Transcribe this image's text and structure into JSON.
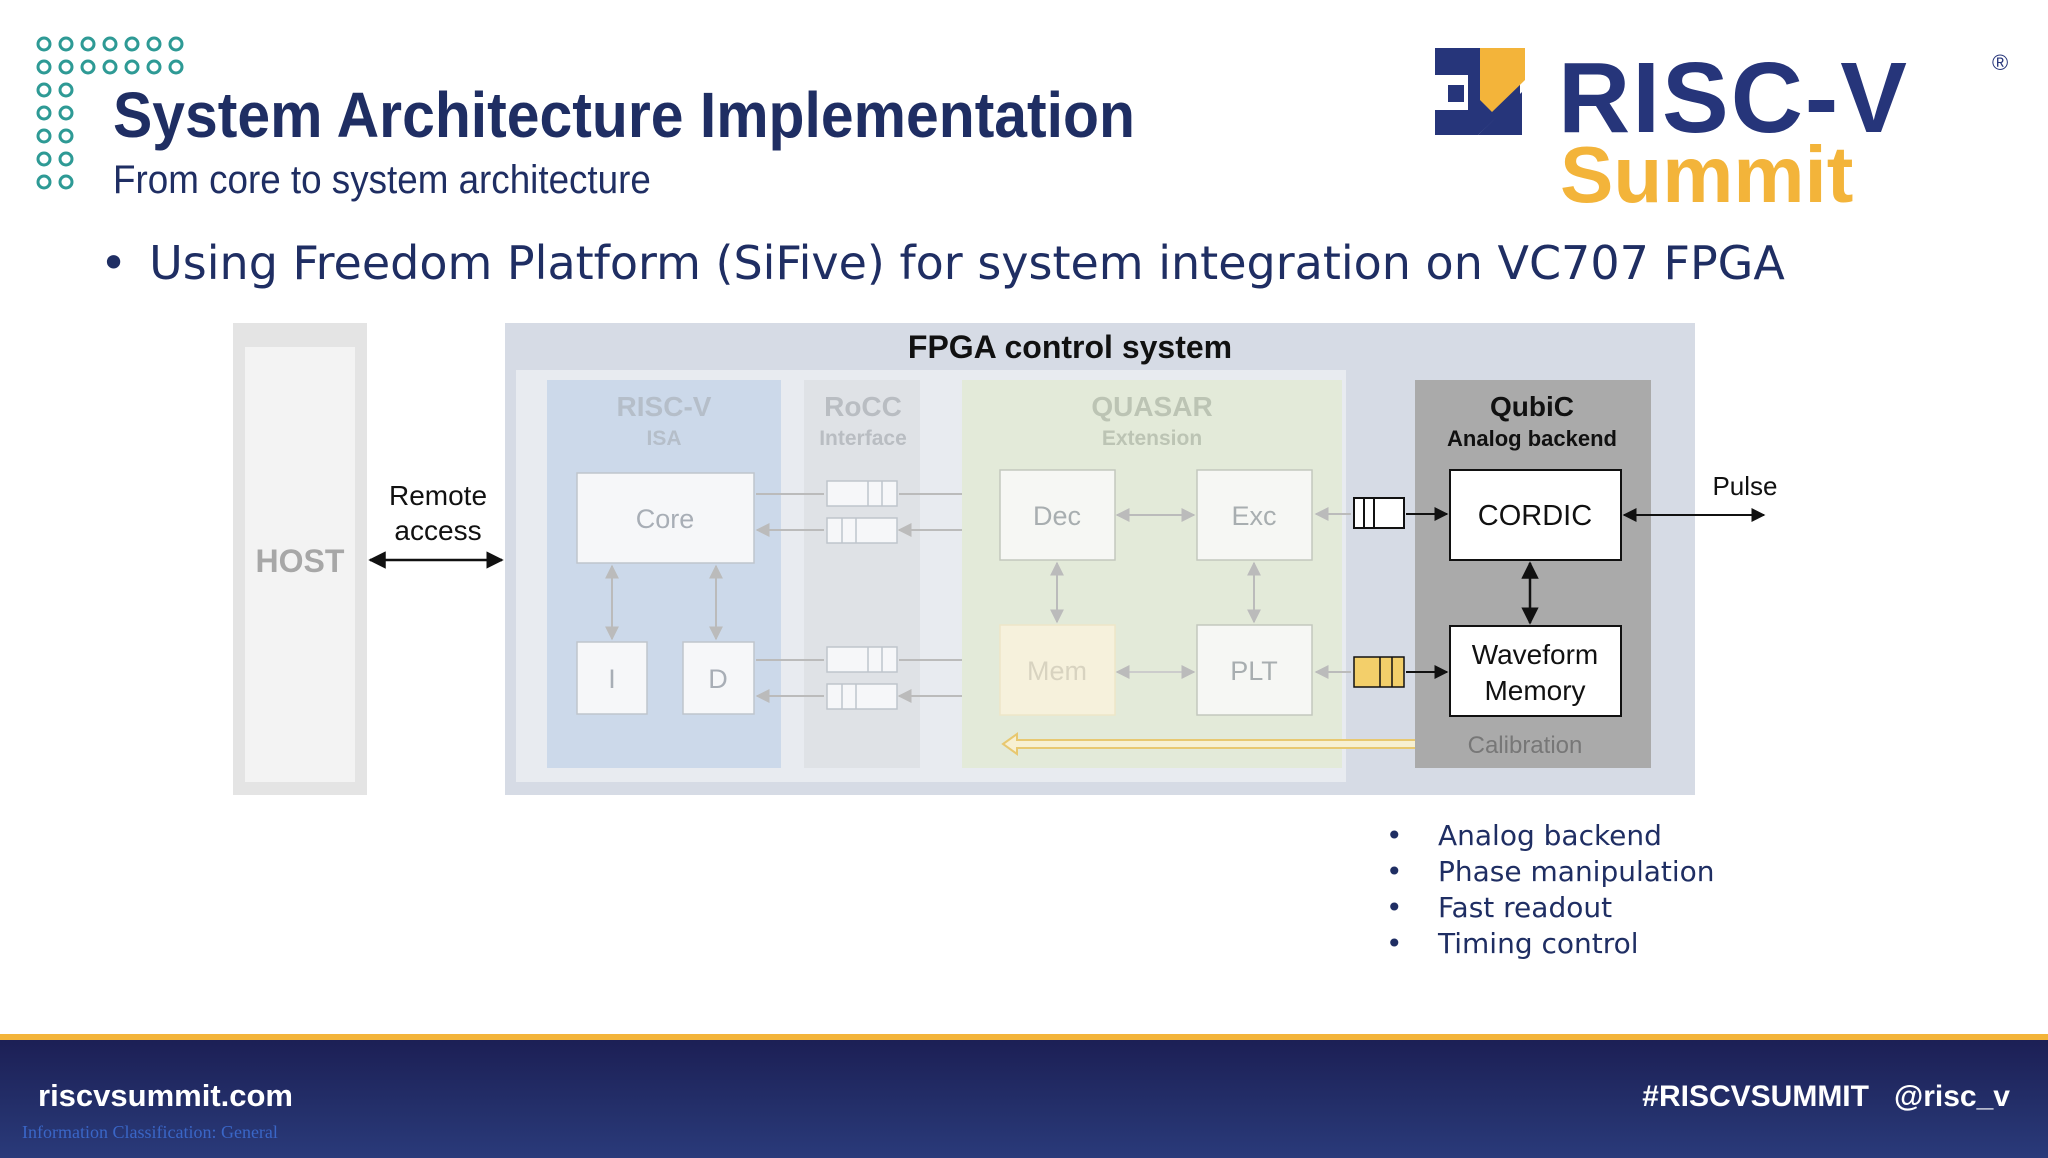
{
  "header": {
    "title": "System Architecture Implementation",
    "subtitle": "From core to system architecture"
  },
  "logo": {
    "name": "RISC-V",
    "registered": "®",
    "event": "Summit",
    "colors": {
      "blue": "#26357a",
      "gold": "#f3b43a"
    }
  },
  "bullets": {
    "main": "Using Freedom Platform (SiFive) for system integration on VC707 FPGA",
    "features": [
      "Analog backend",
      "Phase manipulation",
      "Fast readout",
      "Timing control"
    ]
  },
  "diagram": {
    "host": "HOST",
    "remote_access_line1": "Remote",
    "remote_access_line2": "access",
    "fpga_title": "FPGA control system",
    "riscv": {
      "title": "RISC-V",
      "sub": "ISA",
      "core": "Core",
      "i": "I",
      "d": "D"
    },
    "rocc": {
      "title": "RoCC",
      "sub": "Interface"
    },
    "quasar": {
      "title": "QUASAR",
      "sub": "Extension",
      "dec": "Dec",
      "exc": "Exc",
      "mem": "Mem",
      "plt": "PLT"
    },
    "qubic": {
      "title": "QubiC",
      "sub": "Analog backend",
      "cordic": "CORDIC",
      "wave1": "Waveform",
      "wave2": "Memory",
      "calibration": "Calibration"
    },
    "pulse": "Pulse"
  },
  "footer": {
    "site": "riscvsummit.com",
    "hashtag": "#RISCVSUMMIT",
    "handle": "@risc_v",
    "classification": "Information Classification: General"
  }
}
